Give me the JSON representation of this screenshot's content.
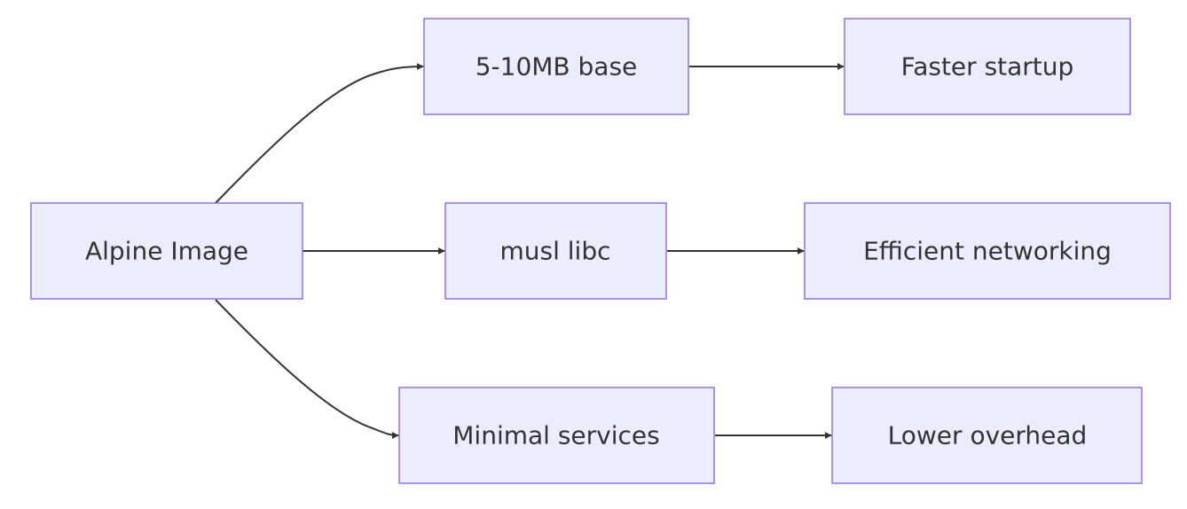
{
  "nodes": {
    "alpine": "Alpine Image",
    "base": "5-10MB base",
    "musl": "musl libc",
    "minimal": "Minimal services",
    "startup": "Faster startup",
    "networking": "Efficient networking",
    "overhead": "Lower overhead"
  },
  "edges": [
    {
      "from": "Alpine Image",
      "to": "5-10MB base"
    },
    {
      "from": "Alpine Image",
      "to": "musl libc"
    },
    {
      "from": "Alpine Image",
      "to": "Minimal services"
    },
    {
      "from": "5-10MB base",
      "to": "Faster startup"
    },
    {
      "from": "musl libc",
      "to": "Efficient networking"
    },
    {
      "from": "Minimal services",
      "to": "Lower overhead"
    }
  ],
  "colors": {
    "node_fill": "#ececff",
    "node_border": "#9370db",
    "edge": "#333333",
    "text": "#333333"
  }
}
